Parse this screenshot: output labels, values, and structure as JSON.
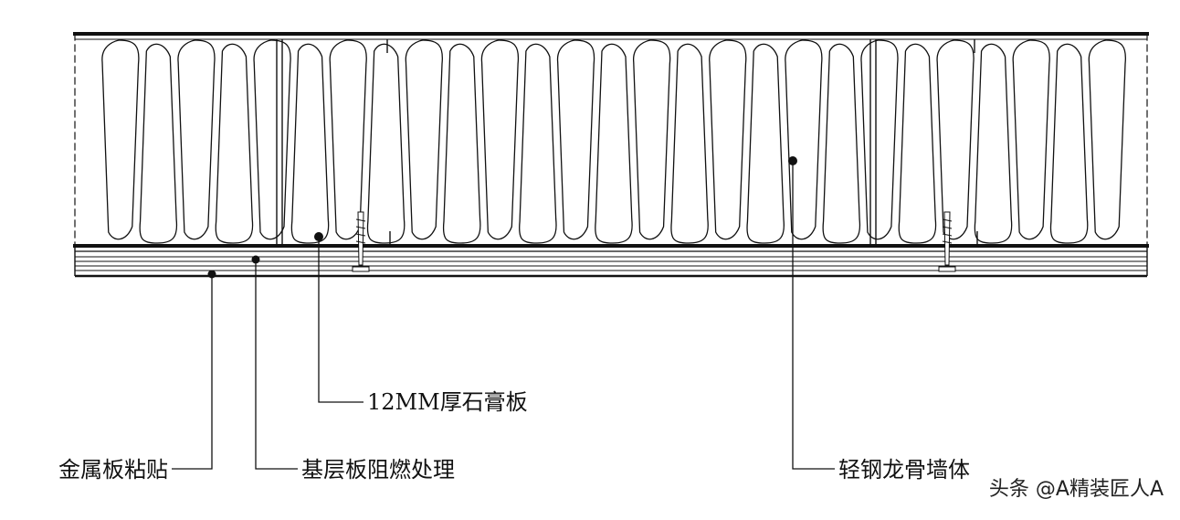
{
  "diagram": {
    "labels": {
      "gypsum": "12MM厚石膏板",
      "metal": "金属板粘贴",
      "fireproof": "基层板阻燃处理",
      "steel": "轻钢龙骨墙体"
    },
    "watermark": "头条 @A精装匠人A",
    "colors": {
      "line": "#111111",
      "background": "#ffffff"
    }
  }
}
